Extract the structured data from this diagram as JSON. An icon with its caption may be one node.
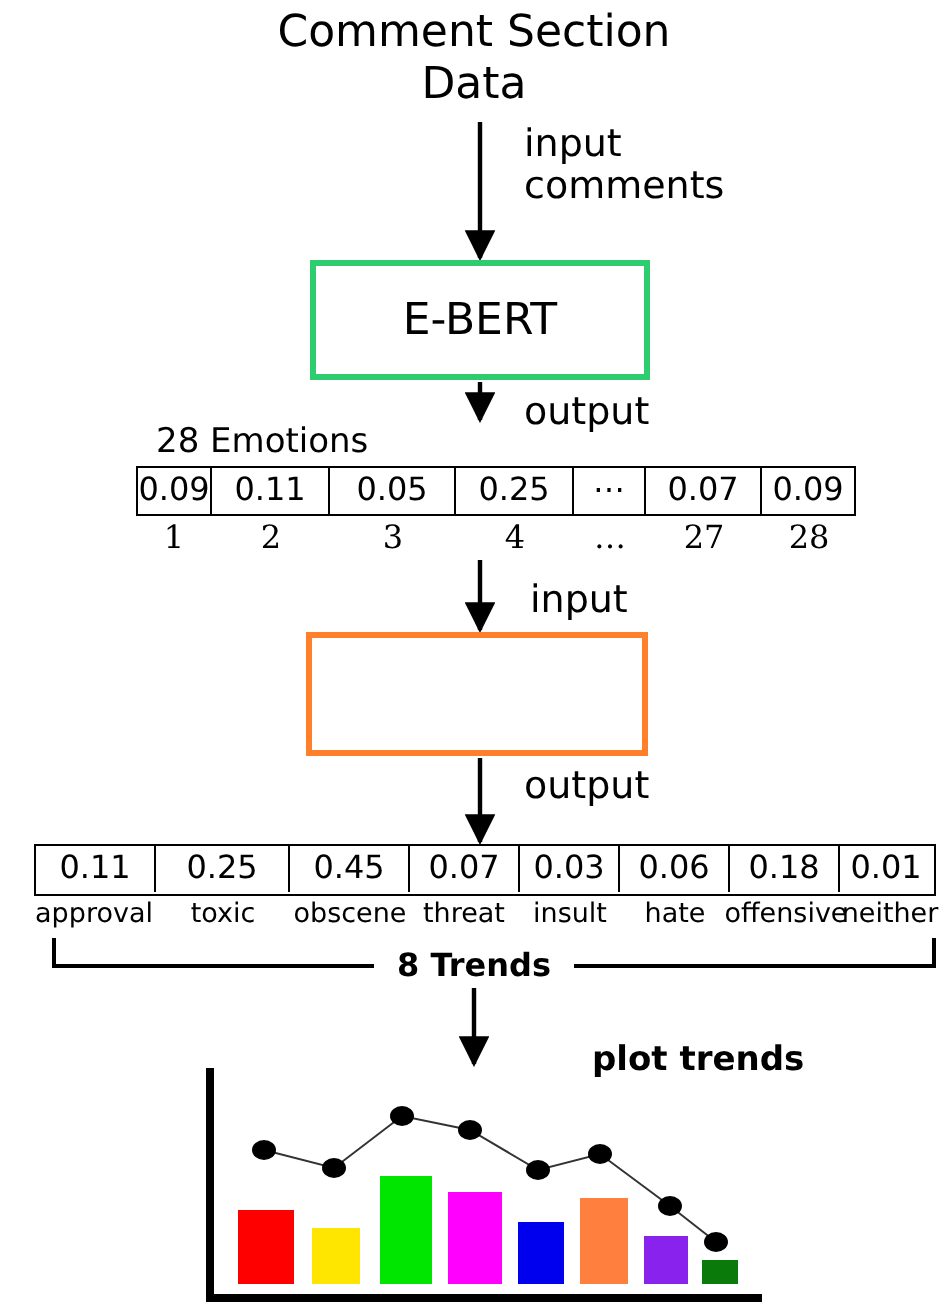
{
  "diagram": {
    "nodes": [
      {
        "text": [
          "Comment Section Data"
        ]
      },
      {
        "text": [
          "E-BERT"
        ]
      },
      {
        "text": [
          "28 Emotions"
        ]
      },
      {
        "text": [
          "0.09"
        ],
        "in": 2
      },
      {
        "text": [
          "0.11"
        ],
        "in": 2
      },
      {
        "text": [
          "0.05"
        ],
        "in": 2
      },
      {
        "text": [
          "0.25"
        ],
        "in": 2
      },
      {
        "text": [
          "⋯"
        ],
        "in": 2
      },
      {
        "text": [
          "0.07"
        ],
        "in": 2
      },
      {
        "text": [
          "0.09"
        ],
        "in": 2
      },
      {
        "text": [],
        "shape": "box"
      },
      {
        "text": [],
        "shape": "box"
      },
      {
        "text": [
          "0.11"
        ],
        "in": 11
      },
      {
        "text": [
          "0.25"
        ],
        "in": 11
      },
      {
        "text": [
          "0.45"
        ],
        "in": 11
      },
      {
        "text": [
          "0.07"
        ],
        "in": 11
      },
      {
        "text": [
          "0.03"
        ],
        "in": 11
      },
      {
        "text": [
          "0.06"
        ],
        "in": 11
      },
      {
        "text": [
          "0.18"
        ],
        "in": 11
      },
      {
        "text": [
          "0.01"
        ],
        "in": 11
      },
      {
        "text": [
          "8 Trends"
        ]
      },
      {
        "text": [],
        "shape": "picture"
      }
    ],
    "edges": [
      {
        "from": 0,
        "to": 1,
        "arrow": "to",
        "label": "input comments"
      },
      {
        "from": 1,
        "to": 2,
        "arrow": "to",
        "label": "output"
      },
      {
        "from": 2,
        "to": 10,
        "arrow": "to",
        "label": "input"
      },
      {
        "from": 10,
        "to": 11,
        "arrow": "to",
        "label": "output"
      },
      {
        "from": 20,
        "to": 21,
        "arrow": "to",
        "label": "plot trends"
      }
    ],
    "labels": [
      "1",
      "2",
      "3",
      "4",
      "…",
      "27",
      "28",
      "approval",
      "toxic",
      "obscene",
      "threat",
      "insult",
      "hate",
      "offensive",
      "neither"
    ]
  }
}
